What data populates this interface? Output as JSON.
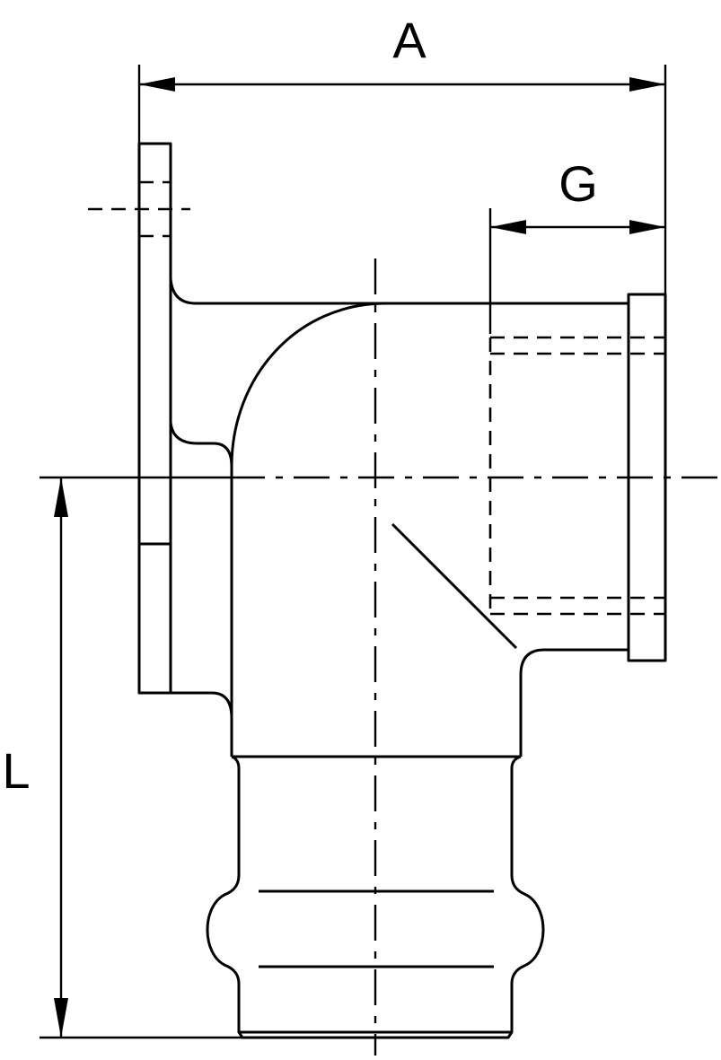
{
  "dimensions": {
    "a_label": "A",
    "g_label": "G",
    "l_label": "L"
  },
  "colors": {
    "line": "#000000",
    "background": "#ffffff"
  }
}
